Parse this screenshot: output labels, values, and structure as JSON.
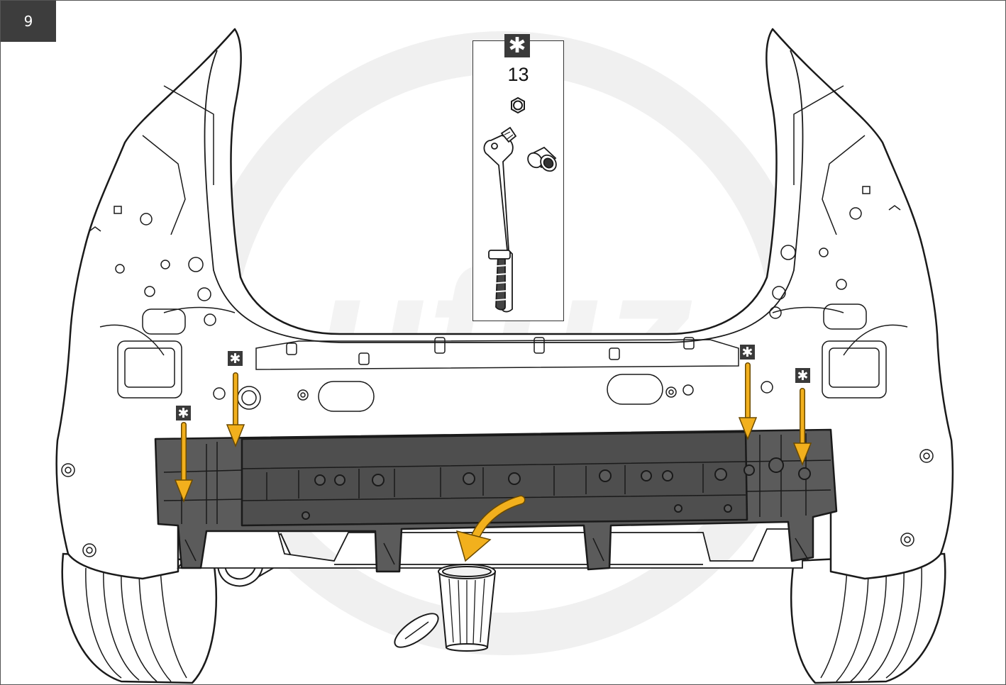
{
  "step": {
    "number": "9"
  },
  "tool": {
    "marker_symbol": "✱",
    "size_label": "13",
    "icons": [
      "hex-nut-icon",
      "ratchet-wrench-icon",
      "socket-icon"
    ]
  },
  "markers": {
    "symbol": "✱",
    "count": 4
  },
  "colors": {
    "arrow": "#f2b01d",
    "arrow_outline": "#6b4a00",
    "crossmember": "#5b5b5b",
    "crossmember_dark": "#3e3e3e",
    "badge": "#3d3d3d",
    "watermark": "#eeeeee",
    "line": "#1a1a1a"
  }
}
